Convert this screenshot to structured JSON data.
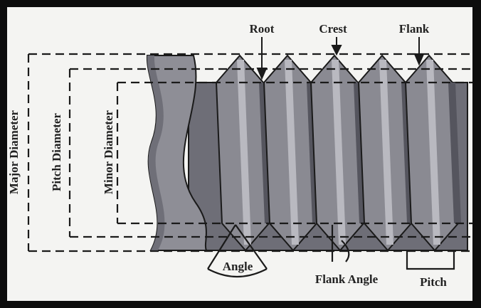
{
  "labels": {
    "root": "Root",
    "crest": "Crest",
    "flank": "Flank",
    "major_diameter": "Major Diameter",
    "pitch_diameter": "Pitch Diameter",
    "minor_diameter": "Minor Diameter",
    "angle": "Angle",
    "flank_angle": "Flank Angle",
    "pitch": "Pitch"
  },
  "colors": {
    "background": "#f4f4f2",
    "frame": "#0d0d0d",
    "shank": "#8e8e96",
    "shank_dark": "#6f6f78",
    "thread_light": "#b9b9c0",
    "thread_mid": "#8a8a92",
    "thread_dark": "#55555e",
    "outline": "#1a1a1a",
    "dash": "#1a1a1a"
  }
}
